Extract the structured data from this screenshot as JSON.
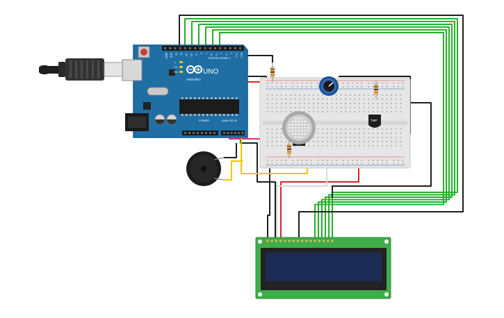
{
  "arduino": {
    "brand": "ARDUINO",
    "model": "UNO",
    "digital_header": "DIGITAL (PWM~)",
    "analog_header": "ANALOG IN",
    "power_header": "POWER",
    "pin_labels": [
      "AREF",
      "GND",
      "13",
      "12",
      "~11",
      "~10",
      "~9",
      "8",
      "7",
      "~6",
      "~5",
      "4",
      "~3",
      "2",
      "TX 1",
      "RX 0"
    ],
    "led_labels": [
      "L",
      "TX",
      "RX"
    ],
    "color": "#1f6fa5"
  },
  "sensors": {
    "temp_label": "TMP"
  },
  "wire_colors": {
    "black": "#1e1e1e",
    "green": "#23b02a",
    "red": "#d42626",
    "yellow": "#f3c400",
    "magenta": "#c8347b",
    "white": "#d8d8d8"
  },
  "lcd": {
    "pcb_color": "#3fae49",
    "screen_color": "#1d2c54",
    "pin_count": 16
  }
}
